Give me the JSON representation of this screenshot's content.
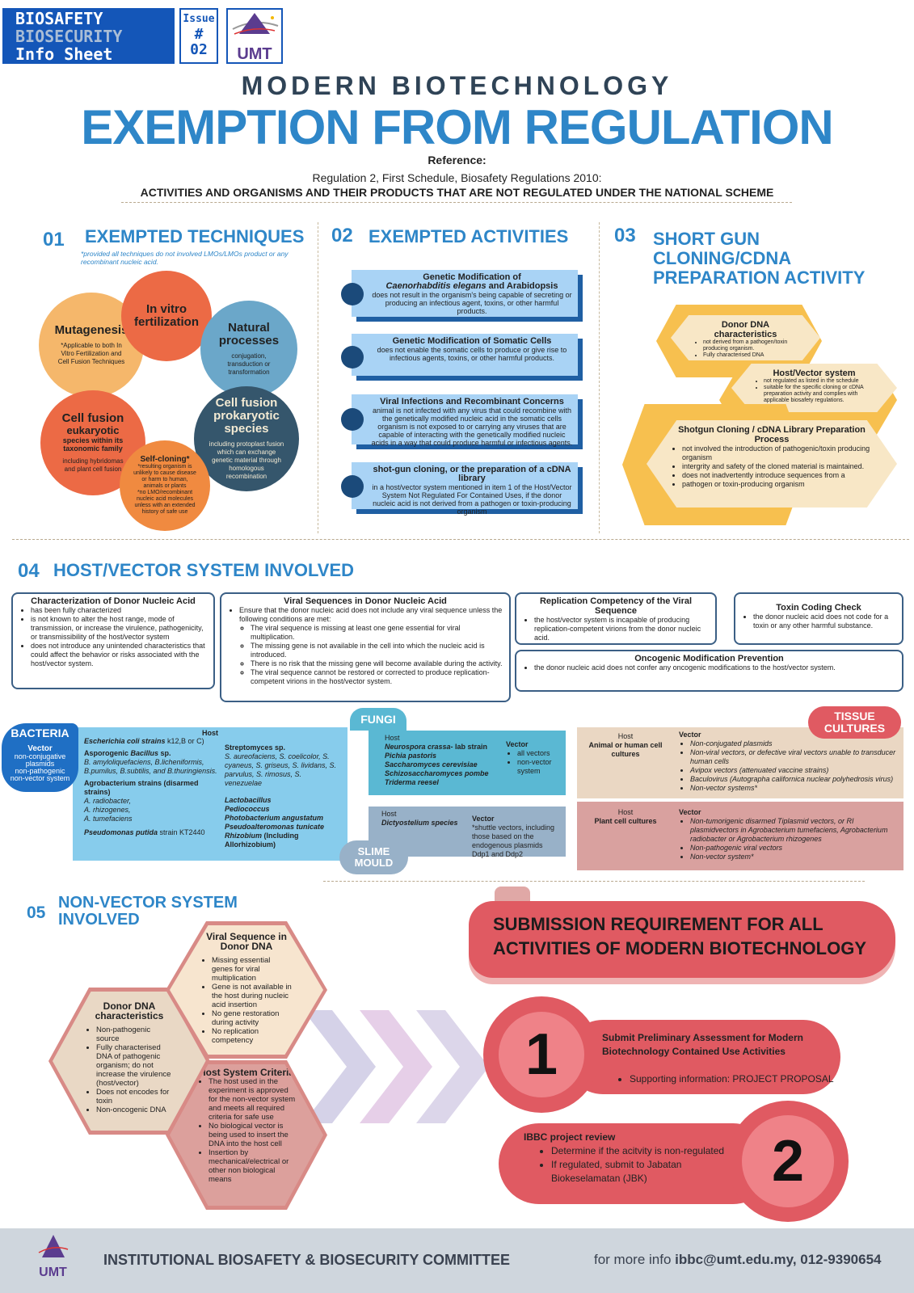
{
  "header": {
    "line1": "BIOSAFETY",
    "line2": "BIOSECURITY",
    "line3": "Info Sheet",
    "issue_label": "Issue",
    "issue_hash": "#",
    "issue_number": "02",
    "logo_text": "UMT"
  },
  "title": {
    "kicker": "MODERN BIOTECHNOLOGY",
    "main": "EXEMPTION FROM REGULATION"
  },
  "reference": {
    "label": "Reference:",
    "source": "Regulation 2, First Schedule, Biosafety Regulations 2010:",
    "subtitle": "ACTIVITIES AND ORGANISMS AND THEIR PRODUCTS THAT ARE NOT REGULATED UNDER THE NATIONAL SCHEME"
  },
  "s1": {
    "num": "01",
    "title": "EXEMPTED TECHNIQUES",
    "note": "*provided all techniques do not involved LMOs/LMOs product or any recombinant nucleic acid.",
    "ivf": "In vitro fertilization",
    "muta": {
      "title": "Mutagenesis",
      "desc": "*Applicable to both In Vitro Fertilization and Cell Fusion Techniques"
    },
    "natural": {
      "title": "Natural processes",
      "desc": "conjugation, transduction or transformation"
    },
    "euk": {
      "title": "Cell fusion",
      "sub": "eukaryotic",
      "sub2": "species within its taxonomic family",
      "desc": "including hybridomas and plant cell fusion"
    },
    "prok": {
      "title": "Cell fusion prokaryotic species",
      "desc": "including protoplast fusion which can exchange genetic material through homologous recombination"
    },
    "self": {
      "title": "Self-cloning*",
      "desc1": "*resulting organism is unlikely to cause disease or harm to human, animals or plants",
      "desc2": "*no LMO/recombinant nucleic acid molecules unless with an extended history of safe use"
    }
  },
  "s2": {
    "num": "02",
    "title": "EXEMPTED ACTIVITIES",
    "items": [
      {
        "title_a": "Genetic Modification of",
        "title_b": "Caenorhabditis elegans",
        "title_c": " and Arabidopsis",
        "bullets": [
          "does not result in the organism's being capable of secreting or producing an infectious agent, toxins, or other harmful products."
        ]
      },
      {
        "title_a": "Genetic Modification of Somatic Cells",
        "bullets": [
          "does not enable the somatic cells to produce or give rise to infectious agents, toxins, or other harmful products."
        ]
      },
      {
        "title_a": "Viral Infections and Recombinant Concerns",
        "bullets": [
          "animal is not infected with any virus that could recombine with the genetically modified nucleic acid in the somatic cells",
          "organism is not exposed to or carrying any viruses that are capable of interacting with the genetically modified nucleic acids in a way that could produce harmful or infectious agents."
        ]
      },
      {
        "title_a": "shot-gun cloning, or the preparation of a cDNA library",
        "bullets": [
          "in a host/vector system mentioned in item 1 of the Host/Vector System Not Regulated For Contained Uses, if the donor nucleic acid is not derived from a pathogen or toxin-producing organism"
        ]
      }
    ]
  },
  "s3": {
    "num": "03",
    "title": "SHORT GUN CLONING/CDNA PREPARATION ACTIVITY",
    "items": [
      {
        "title": "Donor DNA characteristics",
        "bullets": [
          "not derived from a pathogen/toxin producing organism.",
          "Fully characterised DNA"
        ]
      },
      {
        "title": "Host/Vector system",
        "bullets": [
          "not regulated as listed in the schedule",
          "suitable for the specific cloning or cDNA preparation activity and complies with applicable biosafety regulations."
        ]
      },
      {
        "title": "Shotgun Cloning / cDNA Library Preparation Process",
        "bullets": [
          "not involved the introduction of pathogenic/toxin producing organism",
          "intergrity and safety of the cloned material is maintained.",
          "does not inadvertently introduce sequences from a",
          "pathogen or toxin-producing organism"
        ]
      }
    ]
  },
  "s4": {
    "num": "04",
    "title": "HOST/VECTOR SYSTEM INVOLVED",
    "b1": {
      "title": "Characterization of Donor Nucleic Acid",
      "bullets": [
        "has been fully characterized",
        "is not known to alter the host range, mode of transmission, or increase the virulence, pathogenicity, or transmissibility of the host/vector system",
        "does not introduce any unintended characteristics that could affect the behavior or risks associated with the host/vector system."
      ]
    },
    "b2": {
      "title": "Viral Sequences in Donor Nucleic Acid",
      "lead": "Ensure that the donor nucleic acid does not include any viral sequence unless the following conditions are met:",
      "sub": [
        "The viral sequence is missing at least one gene essential for viral multiplication.",
        "The missing gene is not available in the cell into which the nucleic acid is introduced.",
        "There is no risk that the missing gene will become available during the activity.",
        "The viral sequence cannot be restored or corrected to produce replication-competent virions in the host/vector system."
      ]
    },
    "b3": {
      "title": "Replication Competency of the Viral Sequence",
      "bullets": [
        "the host/vector system is incapable of producing replication-competent virions from the donor nucleic acid."
      ]
    },
    "b4": {
      "title": "Toxin Coding Check",
      "bullets": [
        "the donor nucleic acid does not code for a toxin or any other harmful substance."
      ]
    },
    "b5": {
      "title": "Oncogenic Modification Prevention",
      "bullets": [
        "the donor nucleic acid does not confer any oncogenic modifications to the host/vector system."
      ]
    },
    "bacteria": {
      "tag": "BACTERIA",
      "vector_label": "Vector",
      "vector": [
        "non-conjugative plasmids",
        "non-pathogenic",
        "non-vector system"
      ],
      "host_label": "Host",
      "ecoli": "Escherichia coli strains",
      "ecoli_rest": " k12,B or C)",
      "bacillus_a": "Asporogenic ",
      "bacillus_b": "Bacillus",
      "bacillus_c": " sp.",
      "bacillus_list": "B. amyloliquefaciens, B.licheniformis, B.pumilus, B.subtilis, and B.thuringiensis.",
      "agro": "Agrobacterium strains (disarmed strains)",
      "agro_list": [
        "A. radiobacter,",
        "A. rhizogenes,",
        "A. tumefaciens"
      ],
      "pseudo": "Pseudomonas putida",
      "pseudo_rest": " strain KT2440",
      "strep": "Streptomyces sp.",
      "strep_list": "S. aureofaciens, S. coelicolor, S. cyaneus, S. griseus, S. lividans, S. parvulus, S. rimosus, S. venezuelae",
      "others": [
        "Lactobacillus",
        "Pediococcus",
        "Photobacterium angustatum",
        "Pseudoalteromonas tunicate"
      ],
      "rhizo": "Rhizobium",
      "rhizo_rest": " (Including Allorhizobium)"
    },
    "fungi": {
      "tag": "FUNGI",
      "host_label": "Host",
      "hosts": [
        "Neurospora crassa",
        "Pichia pastoris",
        "Saccharomyces cerevisiae",
        "Schizosaccharomyces pombe",
        "Triderma reesel"
      ],
      "neuro_rest": "- lab strain",
      "vector_label": "Vector",
      "vectors": [
        "all vectors",
        "non-vector system"
      ]
    },
    "slime": {
      "tag": "SLIME MOULD",
      "host_label": "Host",
      "host": "Dictyostelium species",
      "vector_label": "Vector",
      "vector": "*shuttle vectors, including those based on the endogenous plasmids Ddp1 and Ddp2"
    },
    "tissue": {
      "tag": "TISSUE CULTURES",
      "animal": {
        "host_label": "Host",
        "host": "Animal or human cell cultures",
        "vector_label": "Vector",
        "vectors": [
          "Non-conjugated plasmids",
          "Non-viral vectors, or defective viral vectors unable to transducer human cells",
          "Avipox vectors (attenuated vaccine strains)",
          "Baculovirus (Autographa californica nuclear polyhedrosis virus)",
          "Non-vector systems*"
        ]
      },
      "plant": {
        "host_label": "Host",
        "host": "Plant cell cultures",
        "vector_label": "Vector",
        "vectors": [
          "Non-tumorigenic disarmed Tiplasmid vectors, or RI plasmidvectors in Agrobacterium tumefaciens, Agrobacterium radiobacter or Agrobacterium rhizogenes",
          "Non-pathogenic viral vectors",
          "Non-vector system*"
        ]
      }
    }
  },
  "s5": {
    "num": "05",
    "title": "NON-VECTOR SYSTEM INVOLVED",
    "donor": {
      "title": "Donor DNA characteristics",
      "bullets": [
        "Non-pathogenic source",
        "Fully characterised DNA of pathogenic organism; do not increase the virulence (host/vector)",
        "Does not encodes for toxin",
        "Non-oncogenic DNA"
      ]
    },
    "viral": {
      "title": "Viral Sequence in Donor DNA",
      "bullets": [
        "Missing essential genes for viral multiplication",
        "Gene is not available in the host during nucleic acid insertion",
        "No gene restoration during activity",
        "No replication competency"
      ]
    },
    "host": {
      "title": "Host System Criteria",
      "bullets": [
        "The host used in the experiment is approved for the non-vector system and meets all required criteria for safe use",
        "No biological vector is being used to insert the DNA into the host cell",
        "Insertion by mechanical/electrical or other non biological means"
      ]
    }
  },
  "submission": {
    "title": "SUBMISSION REQUIREMENT FOR ALL ACTIVITIES OF MODERN BIOTECHNOLOGY",
    "step1": {
      "num": "1",
      "title": "Submit Preliminary Assessment for Modern Biotechnology Contained Use Activities",
      "bullets": [
        "Supporting information: PROJECT PROPOSAL"
      ]
    },
    "step2": {
      "num": "2",
      "title": "IBBC project review",
      "bullets": [
        "Determine if the acitvity is non-regulated",
        "If regulated, submit to  Jabatan Biokeselamatan (JBK)"
      ]
    }
  },
  "footer": {
    "org": "INSTITUTIONAL BIOSAFETY & BIOSECURITY COMMITTEE",
    "info_prefix": "for more info ",
    "contact": "ibbc@umt.edu.my, 012-9390654",
    "logo_text": "UMT"
  },
  "colors": {
    "blue": "#2e86c8",
    "navy": "#1456b8",
    "coral": "#e05a62",
    "orange": "#ec6a45"
  }
}
